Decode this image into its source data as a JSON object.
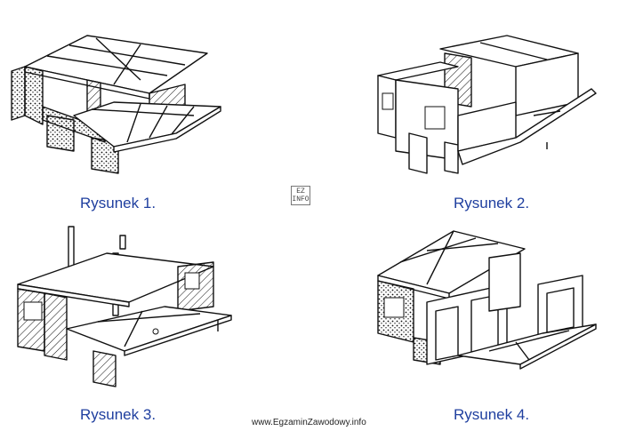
{
  "captions": {
    "fig1": "Rysunek 1.",
    "fig2": "Rysunek 2.",
    "fig3": "Rysunek 3.",
    "fig4": "Rysunek 4."
  },
  "footer": {
    "site": "www.EgzaminZawodowy.info"
  },
  "logo": {
    "line1": "EZ",
    "line2": "INFO"
  },
  "colors": {
    "caption": "#1f3f9f",
    "ink": "#111111",
    "background": "#ffffff"
  }
}
